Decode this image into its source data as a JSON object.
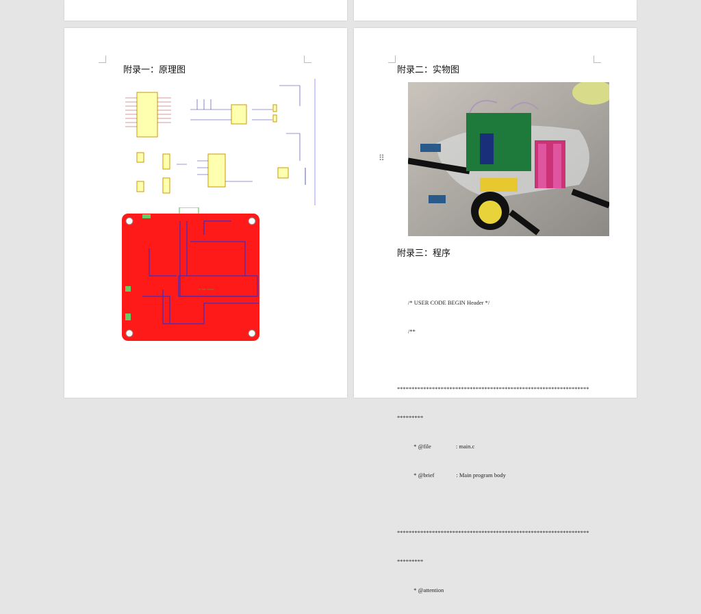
{
  "appendix1": {
    "title": "附录一：原理图"
  },
  "appendix2": {
    "title": "附录二：实物图"
  },
  "appendix3": {
    "title": "附录三：程序"
  },
  "code_lines": [
    "/* USER CODE BEGIN Header */",
    "/**",
    "",
    "******************************************************************",
    "*********",
    "  * @file                 : main.c",
    "  * @brief               : Main program body",
    "",
    "******************************************************************",
    "*********",
    "  * @attention"
  ],
  "icons": {
    "drag_handle": "drag-handle-icon"
  },
  "colors": {
    "pcb": "#ff1a1a",
    "background": "#e5e5e5"
  }
}
